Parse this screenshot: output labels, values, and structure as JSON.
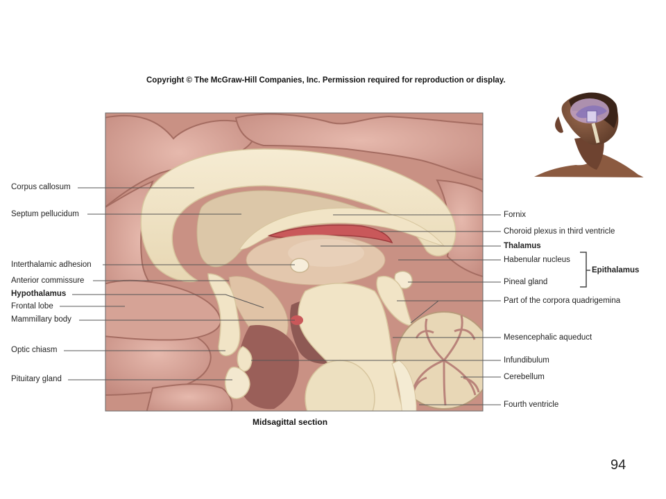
{
  "copyright": "Copyright © The McGraw-Hill Companies, Inc. Permission required for reproduction or display.",
  "caption": "Midsagittal section",
  "slide_number": "94",
  "left_labels": [
    {
      "id": "corpus-callosum",
      "text": "Corpus callosum",
      "bold": false
    },
    {
      "id": "septum-pellucidum",
      "text": "Septum pellucidum",
      "bold": false
    },
    {
      "id": "interthalamic-adhesion",
      "text": "Interthalamic adhesion",
      "bold": false
    },
    {
      "id": "anterior-commissure",
      "text": "Anterior commissure",
      "bold": false
    },
    {
      "id": "hypothalamus",
      "text": "Hypothalamus",
      "bold": true
    },
    {
      "id": "frontal-lobe",
      "text": "Frontal lobe",
      "bold": false
    },
    {
      "id": "mammillary-body",
      "text": "Mammillary body",
      "bold": false
    },
    {
      "id": "optic-chiasm",
      "text": "Optic chiasm",
      "bold": false
    },
    {
      "id": "pituitary-gland",
      "text": "Pituitary gland",
      "bold": false
    }
  ],
  "right_labels": [
    {
      "id": "fornix",
      "text": "Fornix",
      "bold": false
    },
    {
      "id": "choroid-plexus",
      "text": "Choroid plexus in third ventricle",
      "bold": false
    },
    {
      "id": "thalamus",
      "text": "Thalamus",
      "bold": true
    },
    {
      "id": "habenular-nucleus",
      "text": "Habenular nucleus",
      "bold": false
    },
    {
      "id": "pineal-gland",
      "text": "Pineal gland",
      "bold": false
    },
    {
      "id": "corpora-quadrigemina",
      "text": "Part of the corpora quadrigemina",
      "bold": false
    },
    {
      "id": "mesencephalic-aqueduct",
      "text": "Mesencephalic aqueduct",
      "bold": false
    },
    {
      "id": "infundibulum",
      "text": "Infundibulum",
      "bold": false
    },
    {
      "id": "cerebellum",
      "text": "Cerebellum",
      "bold": false
    },
    {
      "id": "fourth-ventricle",
      "text": "Fourth ventricle",
      "bold": false
    }
  ],
  "group_label": {
    "text": "Epithalamus",
    "bold": true
  },
  "colors": {
    "brain_pink": "#d9a79a",
    "brain_shadow": "#b77f73",
    "white_matter": "#efe2c4",
    "tract_cream": "#f3e9cf",
    "thalamus": "#e7cdb4",
    "choroid": "#c9585a",
    "dark_tissue": "#8e5954",
    "leader_line": "#555555"
  }
}
